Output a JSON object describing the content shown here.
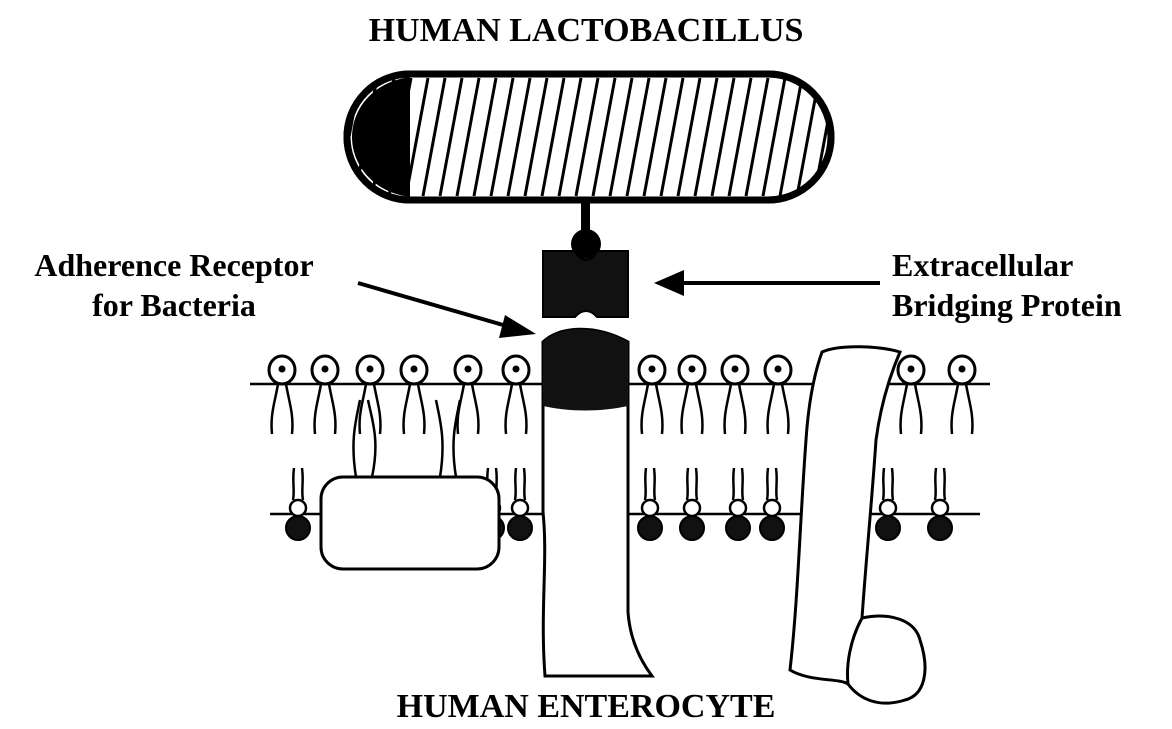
{
  "labels": {
    "top_title": "HUMAN LACTOBACILLUS",
    "bottom_title": "HUMAN ENTEROCYTE",
    "left_line1": "Adherence Receptor",
    "left_line2": "for Bacteria",
    "right_line1": "Extracellular",
    "right_line2": "Bridging Protein"
  },
  "colors": {
    "ink": "#000000",
    "background": "#ffffff"
  }
}
